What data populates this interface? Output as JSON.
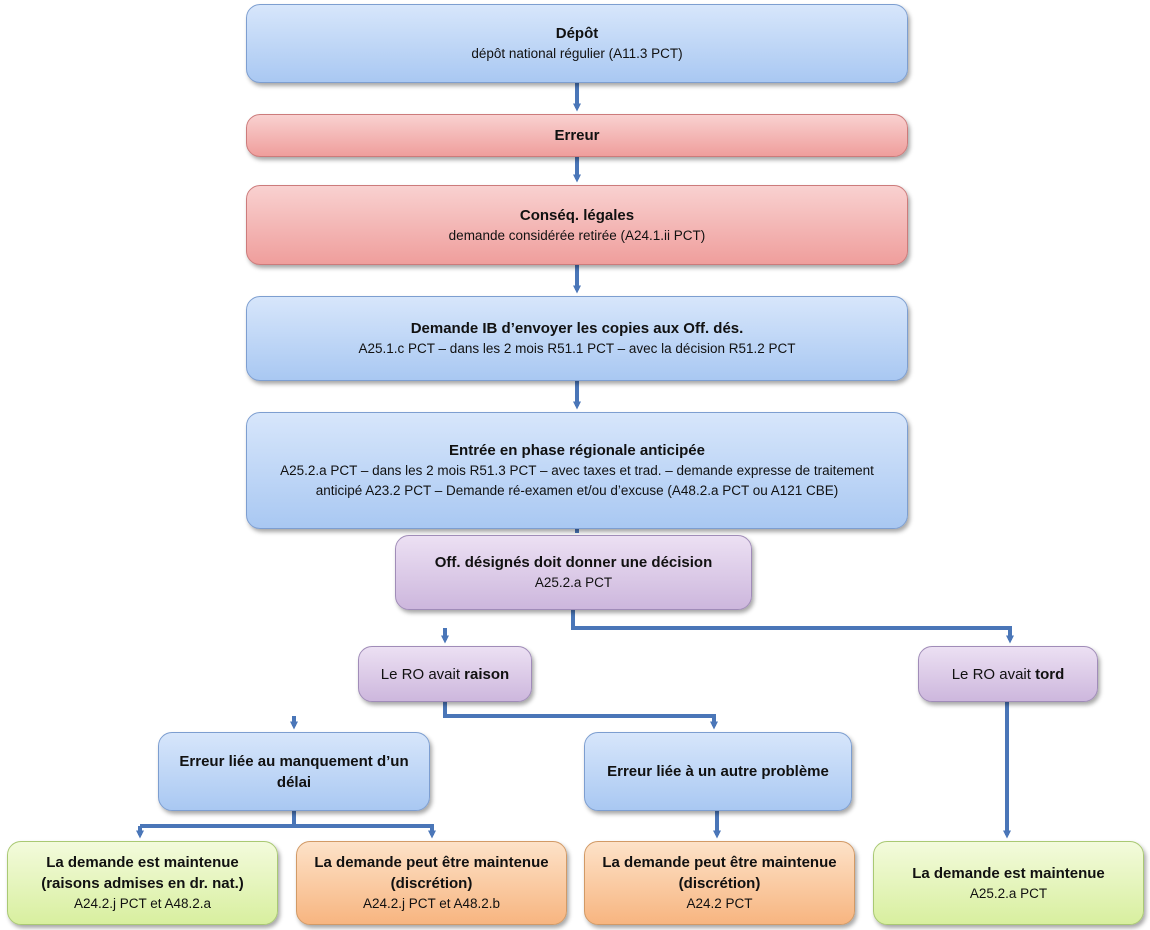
{
  "nodes": {
    "depot": {
      "title": "Dépôt",
      "sub": "dépôt national régulier (A11.3 PCT)"
    },
    "erreur": {
      "title": "Erreur"
    },
    "conseq": {
      "title": "Conséq. légales",
      "sub": "demande considérée retirée (A24.1.ii PCT)"
    },
    "ib": {
      "title": "Demande IB d’envoyer les copies aux Off. dés.",
      "sub": "A25.1.c PCT – dans les 2 mois R51.1 PCT – avec la décision R51.2 PCT"
    },
    "entree": {
      "title": "Entrée en phase régionale anticipée",
      "sub": "A25.2.a PCT – dans les 2 mois R51.3 PCT – avec taxes et trad. – demande expresse de traitement anticipé A23.2 PCT – Demande ré-examen et/ou d’excuse (A48.2.a PCT ou A121 CBE)"
    },
    "off": {
      "title": "Off. désignés doit donner une décision",
      "sub": "A25.2.a PCT"
    },
    "raison": {
      "prefix": "Le RO avait ",
      "bold": "raison"
    },
    "tord": {
      "prefix": "Le RO avait ",
      "bold": "tord"
    },
    "delai": {
      "title": "Erreur liée au manquement d’un délai"
    },
    "autre": {
      "title": "Erreur liée à un autre problème"
    },
    "leaf1": {
      "title": "La demande est maintenue (raisons admises en dr. nat.)",
      "sub": "A24.2.j PCT et A48.2.a"
    },
    "leaf2": {
      "title": "La demande peut être maintenue (discrétion)",
      "sub": "A24.2.j PCT et A48.2.b"
    },
    "leaf3": {
      "title": "La demande peut être maintenue (discrétion)",
      "sub": "A24.2 PCT"
    },
    "leaf4": {
      "title": "La demande est maintenue",
      "sub": "A25.2.a PCT"
    }
  },
  "colors": {
    "blue": "#a9c8f2",
    "red": "#ef9e9c",
    "purple": "#cdb7dd",
    "green": "#d8ef9f",
    "orange": "#f7b580",
    "connector": "#4a76b8"
  }
}
